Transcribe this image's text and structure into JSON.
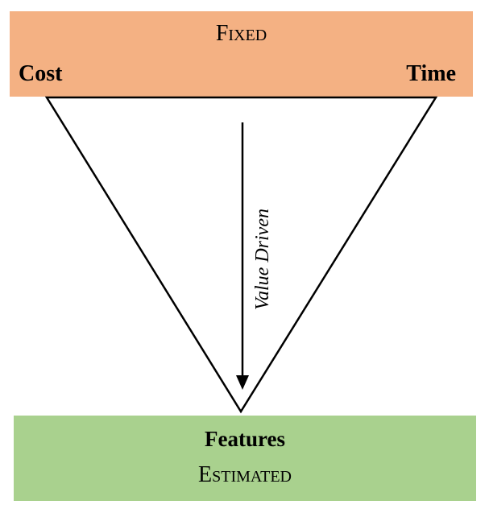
{
  "top": {
    "heading": "Fixed",
    "left_label": "Cost",
    "right_label": "Time"
  },
  "bottom": {
    "title": "Features",
    "subheading": "Estimated"
  },
  "arrow_label": "Value Driven",
  "colors": {
    "top_band": "#f4b183",
    "bottom_band": "#a9d18e",
    "stroke": "#000000"
  }
}
